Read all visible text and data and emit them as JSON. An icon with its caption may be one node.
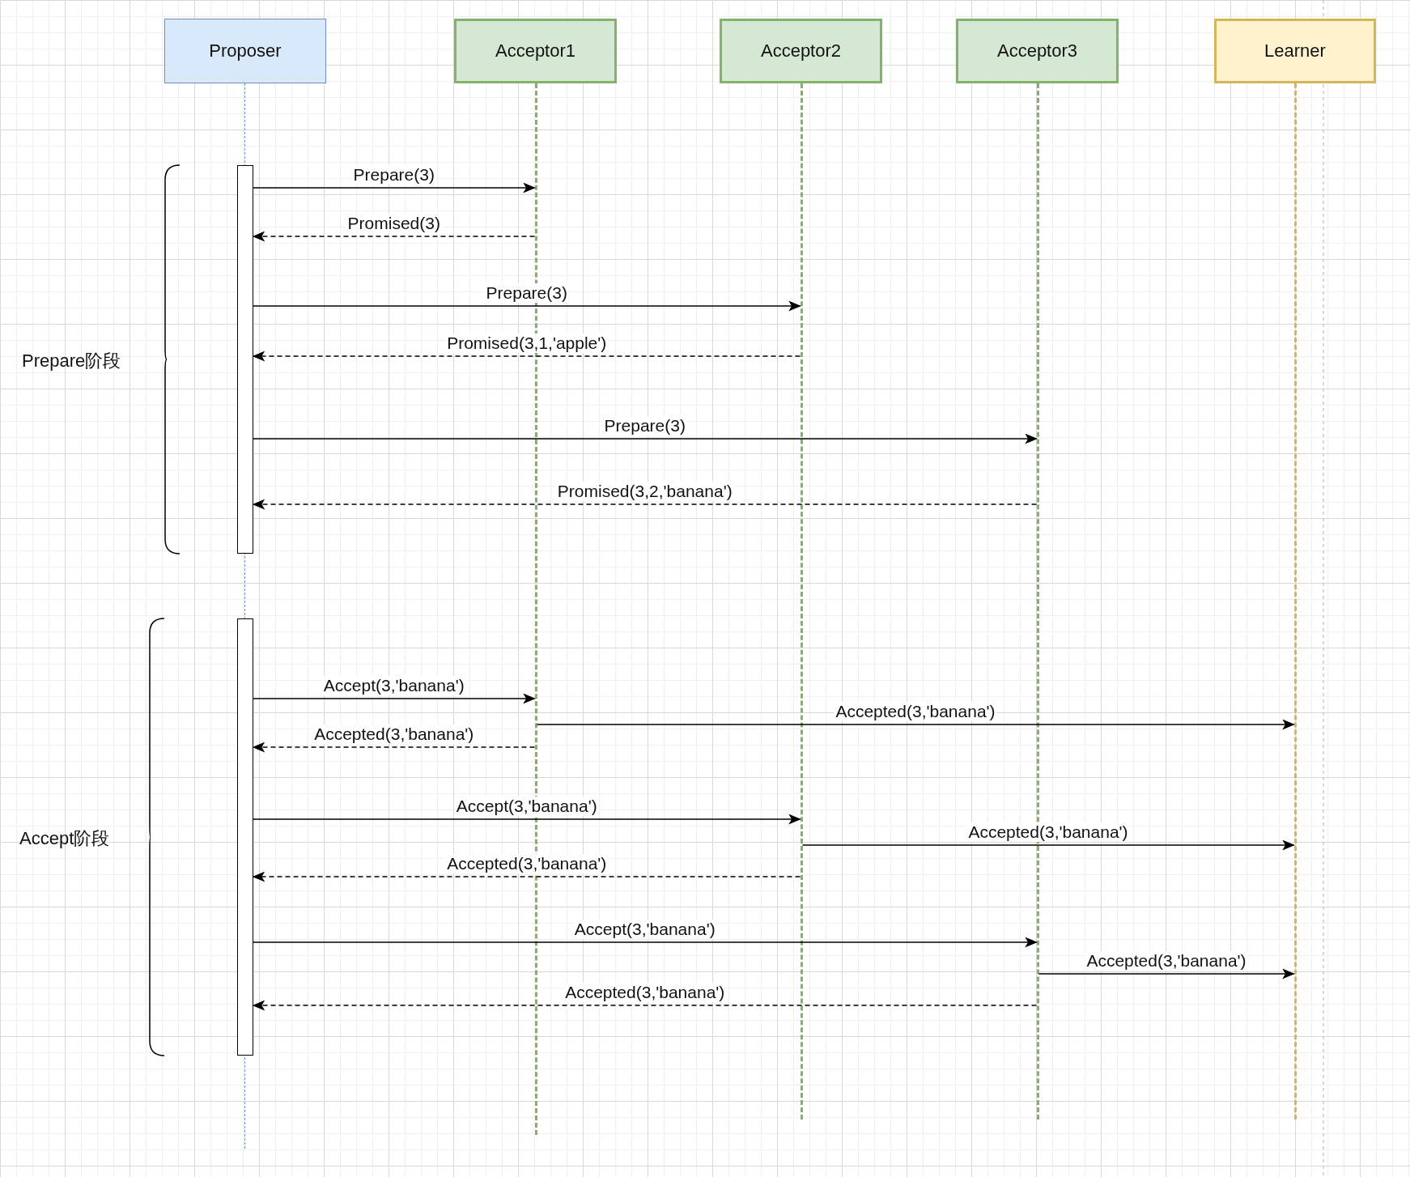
{
  "diagram": {
    "nodes": [
      {
        "text": [
          "Proposer"
        ]
      },
      {
        "text": [
          "Acceptor1"
        ]
      },
      {
        "text": [
          "Acceptor2"
        ]
      },
      {
        "text": [
          "Acceptor3"
        ]
      },
      {
        "text": [
          "Learner"
        ]
      },
      {
        "text": [],
        "shape": "bar"
      },
      {
        "text": [],
        "shape": "bar"
      },
      {
        "text": [],
        "shape": "bar"
      },
      {
        "text": [],
        "shape": "bar"
      },
      {
        "text": [],
        "shape": "bar"
      },
      {
        "text": [],
        "shape": "bar"
      },
      {
        "text": [],
        "shape": "bar"
      }
    ],
    "edges": [
      {
        "from": 10,
        "to": 6,
        "arrow": "to",
        "label": "Prepare(3)"
      },
      {
        "from": 6,
        "to": 10,
        "arrow": "to",
        "label": "Promised(3)",
        "style": "dashed"
      },
      {
        "from": 10,
        "to": 7,
        "arrow": "to",
        "label": "Prepare(3)"
      },
      {
        "from": 7,
        "to": 10,
        "arrow": "to",
        "label": "Promised(3,1,'apple')",
        "style": "dashed"
      },
      {
        "from": 10,
        "to": 8,
        "arrow": "to",
        "label": "Prepare(3)"
      },
      {
        "from": 8,
        "to": 10,
        "arrow": "to",
        "label": "Promised(3,2,'banana')",
        "style": "dashed"
      },
      {
        "from": 11,
        "to": 6,
        "arrow": "to",
        "label": "Accept(3,'banana')"
      },
      {
        "from": 6,
        "to": 9,
        "arrow": "to",
        "label": "Accepted(3,'banana')"
      },
      {
        "from": 6,
        "to": 11,
        "arrow": "to",
        "label": "Accepted(3,'banana')",
        "style": "dashed"
      },
      {
        "from": 11,
        "to": 7,
        "arrow": "to",
        "label": "Accept(3,'banana')"
      },
      {
        "from": 7,
        "to": 9,
        "arrow": "to",
        "label": "Accepted(3,'banana')"
      },
      {
        "from": 7,
        "to": 11,
        "arrow": "to",
        "label": "Accepted(3,'banana')",
        "style": "dashed"
      },
      {
        "from": 11,
        "to": 8,
        "arrow": "to",
        "label": "Accept(3,'banana')"
      },
      {
        "from": 8,
        "to": 9,
        "arrow": "to",
        "label": "Accepted(3,'banana')"
      },
      {
        "from": 8,
        "to": 11,
        "arrow": "to",
        "label": "Accepted(3,'banana')",
        "style": "dashed"
      }
    ],
    "labels": [
      "Prepare阶段",
      "Accept阶段"
    ]
  }
}
